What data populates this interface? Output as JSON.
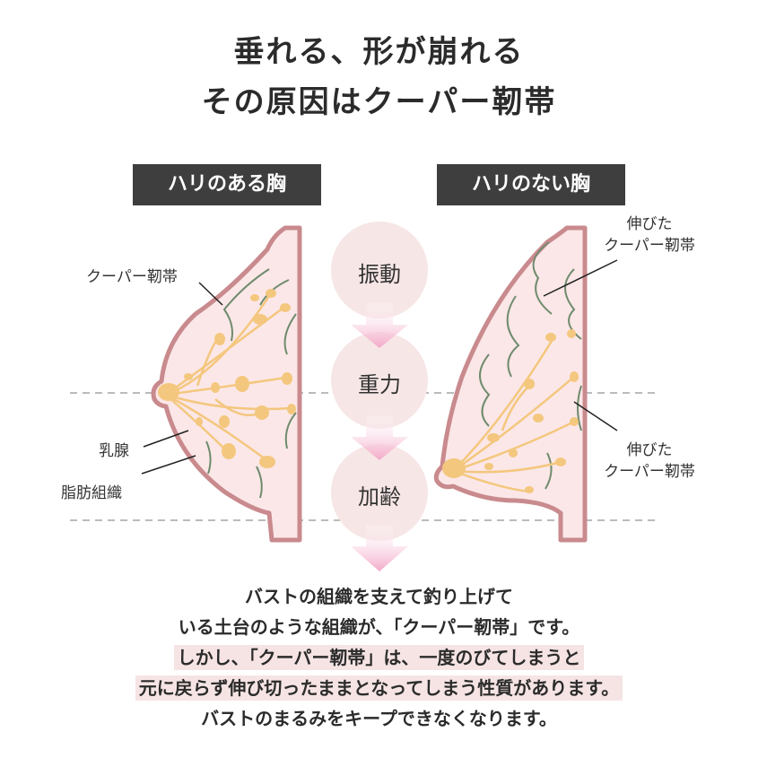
{
  "title": {
    "line1": "垂れる、形が崩れる",
    "line2": "その原因はクーパー靭帯"
  },
  "left_panel": {
    "header": "ハリのある胸",
    "label_cooper": "クーパー靭帯",
    "label_mammary": "乳腺",
    "label_fat": "脂肪組織"
  },
  "right_panel": {
    "header": "ハリのない胸",
    "label_stretched_top": [
      "伸びた",
      "クーパー靭帯"
    ],
    "label_stretched_bottom": [
      "伸びた",
      "クーパー靭帯"
    ]
  },
  "steps": [
    "振動",
    "重力",
    "加齢"
  ],
  "description": {
    "line1": "バストの組織を支えて釣り上げて",
    "line2": "いる土台のような組織が、「クーパー靭帯」です。",
    "line3": "しかし、「クーパー靭帯」は、一度のびてしまうと",
    "line4": "元に戻らず伸び切ったままとなってしまう性質があります。",
    "line5": "バストのまるみをキープできなくなります。"
  },
  "colors": {
    "breast_fill": "#fbe7e7",
    "breast_outline": "#c98a8e",
    "gland": "#f4c77e",
    "ligament": "#6f8b6e",
    "step_circle": "#f7e6e6",
    "arrow": "#f3a9c8",
    "header_bg": "#3e3e3e"
  }
}
